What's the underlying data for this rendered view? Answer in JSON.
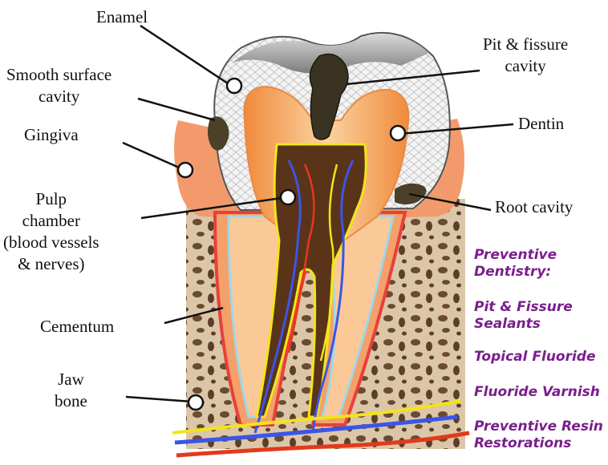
{
  "labels": {
    "enamel": "Enamel",
    "pit_fissure": "Pit & fissure\ncavity",
    "smooth_surface": "Smooth surface\ncavity",
    "dentin": "Dentin",
    "gingiva": "Gingiva",
    "root_cavity": "Root cavity",
    "pulp": "Pulp\nchamber\n(blood vessels\n& nerves)",
    "cementum": "Cementum",
    "jaw_bone": "Jaw\nbone"
  },
  "preventive": {
    "heading": "Preventive\nDentistry:",
    "items": [
      "Pit & Fissure\nSealants",
      "Topical Fluoride",
      "Fluoride Varnish",
      "Preventive Resin\nRestorations"
    ]
  },
  "colors": {
    "preventive_text": "#7a1e8c",
    "bone": "#d9c2a3",
    "gingiva": "#f08a5a",
    "dentin": "#f4a96a",
    "pulp": "#5a3a1a",
    "nerve": "#f2e41c",
    "vessel_blue": "#3b55e6",
    "vessel_red": "#e23a1a"
  }
}
